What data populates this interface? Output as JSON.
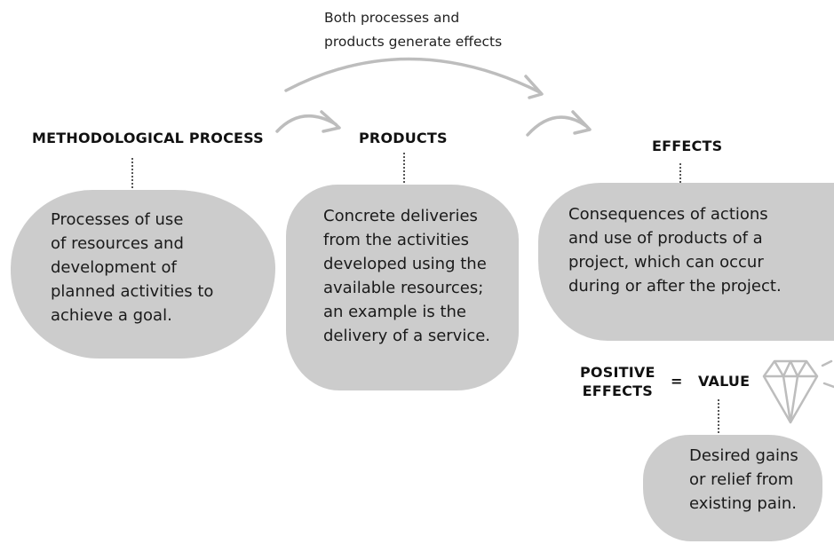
{
  "note": {
    "line1": "Both processes and",
    "line2": "products generate effects"
  },
  "columns": [
    {
      "heading": "METHODOLOGICAL PROCESS",
      "lines": [
        "Processes of use",
        "of resources and",
        "development of",
        "planned activities to",
        "achieve a goal."
      ]
    },
    {
      "heading": "PRODUCTS",
      "lines": [
        "Concrete deliveries",
        "from the activities",
        "developed using the",
        "available resources;",
        "an example is the",
        "delivery of a service."
      ]
    },
    {
      "heading": "EFFECTS",
      "lines": [
        "Consequences of actions",
        "and use of products of a",
        "project, which can occur",
        "during or after the project."
      ]
    }
  ],
  "value_eq": {
    "left_line1": "POSITIVE",
    "left_line2": "EFFECTS",
    "equals": "=",
    "right": "VALUE",
    "lines": [
      "Desired gains",
      "or relief from",
      "existing pain."
    ]
  },
  "colors": {
    "blob": "#cccccc",
    "arrow": "#bdbdbd",
    "text": "#111111"
  },
  "icons": [
    "arrow-curved",
    "diamond-icon"
  ]
}
